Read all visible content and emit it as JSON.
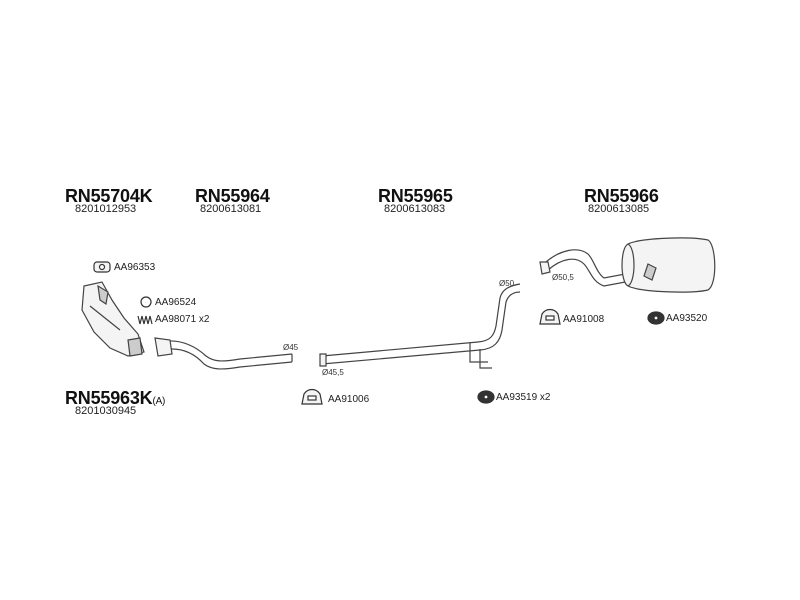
{
  "parts": [
    {
      "code": "RN55704K",
      "oem": "8201012953"
    },
    {
      "code": "RN55964",
      "oem": "8200613081"
    },
    {
      "code": "RN55965",
      "oem": "8200613083"
    },
    {
      "code": "RN55966",
      "oem": "8200613085"
    },
    {
      "code": "RN55963K",
      "suffix": "(A)",
      "oem": "8201030945"
    }
  ],
  "accessories": [
    {
      "label": "AA96353"
    },
    {
      "label": "AA96524"
    },
    {
      "label": "AA98071 x2"
    },
    {
      "label": "AA91008"
    },
    {
      "label": "AA93520"
    },
    {
      "label": "AA91006"
    },
    {
      "label": "AA93519 x2"
    }
  ],
  "dimensions": [
    "Ø45",
    "Ø45,5",
    "Ø50",
    "Ø50,5"
  ],
  "colors": {
    "line": "#444444",
    "pipe_fill": "#f4f4f4",
    "rubber": "#333333"
  }
}
